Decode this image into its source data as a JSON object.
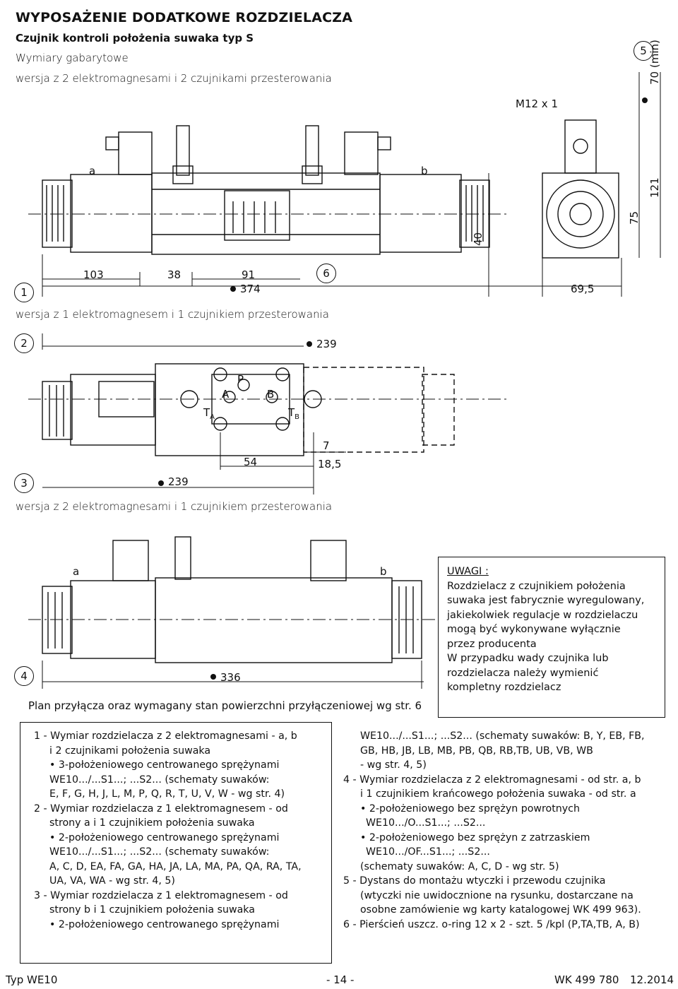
{
  "header": {
    "title": "WYPOSAŻENIE DODATKOWE ROZDZIELACZA",
    "subtitle": "Czujnik kontroli położenia suwaka typ S",
    "dims_label": "Wymiary gabarytowe",
    "version1": "wersja z 2 elektromagnesami i 2 czujnikami przesterowania"
  },
  "figure1": {
    "thread": "M12 x 1",
    "a": "a",
    "b": "b",
    "d103": "103",
    "d38": "38",
    "d91": "91",
    "d374": "374",
    "d40": "40",
    "d695": "69,5",
    "d75": "75",
    "d121": "121",
    "d70": "70 (min)",
    "c1": "1",
    "c5": "5",
    "c6": "6"
  },
  "figure2": {
    "caption": "wersja z 1 elektromagnesem i 1 czujnikiem przesterowania",
    "c2": "2",
    "d239": "239",
    "P": "P",
    "A": "A",
    "B": "B",
    "TA": "T",
    "TA_sub": "A",
    "TB": "T",
    "TB_sub": "B",
    "d54": "54",
    "d7": "7",
    "d185": "18,5",
    "c3": "3",
    "d239b": "239"
  },
  "figure3": {
    "caption": "wersja z 2 elektromagnesami i 1 czujnikiem przesterowania",
    "a": "a",
    "b": "b",
    "c4": "4",
    "d336": "336",
    "plan": "Plan przyłącza oraz wymagany stan powierzchni przyłączeniowej wg str. 6"
  },
  "notes": {
    "heading": "UWAGI :",
    "lines": [
      "Rozdzielacz z czujnikiem położenia",
      "suwaka jest fabrycznie wyregulowany,",
      "jakiekolwiek regulacje w rozdzielaczu",
      "mogą być wykonywane wyłącznie",
      "przez producenta",
      "W przypadku wady czujnika lub",
      "rozdzielacza należy wymienić",
      "kompletny rozdzielacz"
    ]
  },
  "list_left": [
    "1 - Wymiar rozdzielacza z 2 elektromagnesami - a, b",
    "i 2 czujnikami położenia suwaka",
    "• 3-położeniowego centrowanego sprężynami",
    "WE10.../...S1...; ...S2... (schematy suwaków:",
    "E, F, G, H, J, L, M, P, Q, R, T, U, V, W - wg str. 4)",
    "2 - Wymiar rozdzielacza z 1 elektromagnesem - od",
    "strony a i 1 czujnikiem położenia suwaka",
    "• 2-położeniowego centrowanego sprężynami",
    "WE10.../...S1...; ...S2... (schematy suwaków:",
    "A, C, D, EA, FA, GA, HA, JA, LA, MA, PA, QA, RA, TA,",
    "UA, VA, WA - wg str. 4, 5)",
    "3 - Wymiar rozdzielacza z 1 elektromagnesem - od",
    "strony b i 1 czujnikiem położenia suwaka",
    "• 2-położeniowego centrowanego sprężynami"
  ],
  "list_right": [
    "WE10.../...S1...; ...S2... (schematy suwaków: B, Y, EB, FB,",
    "GB, HB, JB, LB, MB, PB, QB, RB,TB, UB, VB, WB",
    "- wg str. 4, 5)",
    "4 - Wymiar rozdzielacza z 2 elektromagnesami - od str. a, b",
    "i 1 czujnikiem krańcowego położenia suwaka - od str. a",
    "• 2-położeniowego bez sprężyn powrotnych",
    "WE10.../O...S1...; ...S2...",
    "• 2-położeniowego bez sprężyn z zatrzaskiem",
    "WE10.../OF...S1...; ...S2...",
    "(schematy suwaków: A, C, D - wg str. 5)",
    "5 - Dystans do montażu wtyczki i przewodu czujnika",
    "(wtyczki nie uwidocznione na rysunku, dostarczane na",
    "osobne zamówienie wg karty katalogowej WK 499 963).",
    "6 - Pierścień uszcz. o-ring 12 x 2 - szt. 5 /kpl (P,TA,TB, A, B)"
  ],
  "footer": {
    "left": "Typ WE10",
    "center": "- 14 -",
    "right_code": "WK 499 780",
    "right_date": "12.2014"
  }
}
